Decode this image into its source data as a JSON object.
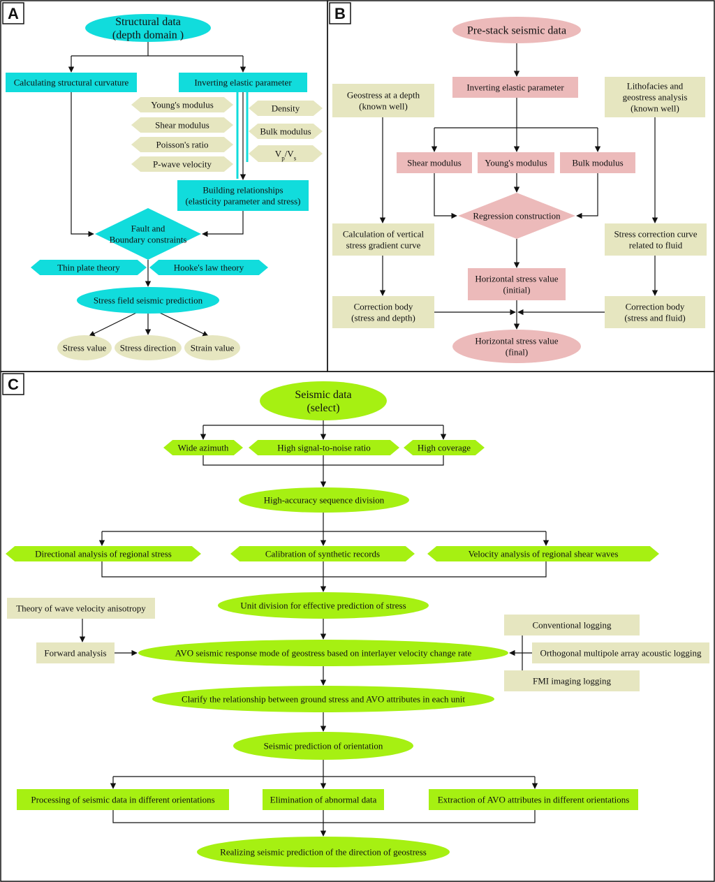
{
  "colors": {
    "cyan": "#11DCDC",
    "beige": "#E6E6C0",
    "pink": "#ECBABA",
    "green": "#A6F012",
    "border": "#111111"
  },
  "panels": [
    {
      "letter": "A"
    },
    {
      "letter": "B"
    },
    {
      "letter": "C"
    }
  ],
  "panel_a": {
    "structural_data": [
      "Structural  data",
      "(depth domain )"
    ],
    "calc_curvature": [
      "Calculating structural curvature"
    ],
    "inverting": [
      "Inverting elastic parameter"
    ],
    "youngs": [
      "Young's modulus"
    ],
    "shear": [
      "Shear modulus"
    ],
    "poisson": [
      "Poisson's ratio"
    ],
    "pwave": [
      "P-wave velocity"
    ],
    "density": [
      "Density"
    ],
    "bulk": [
      "Bulk modulus"
    ],
    "vpvs": [
      "Vp/Vs"
    ],
    "building": [
      "Building relationships",
      "(elasticity parameter and stress)"
    ],
    "fault": [
      "Fault and",
      "Boundary  constraints"
    ],
    "thin_plate": [
      "Thin plate theory"
    ],
    "hooke": [
      "Hooke's law theory"
    ],
    "stress_field": [
      "Stress field seismic prediction"
    ],
    "stress_value": [
      "Stress value"
    ],
    "stress_direction": [
      "Stress direction"
    ],
    "strain_value": [
      "Strain value"
    ]
  },
  "panel_b": {
    "prestack": [
      "Pre-stack seismic data"
    ],
    "inverting": [
      "Inverting elastic parameter"
    ],
    "geostress_depth": [
      "Geostress at a depth",
      "(known well)"
    ],
    "lithofacies": [
      "Lithofacies and",
      "geostress analysis",
      "(known well)"
    ],
    "shear": [
      "Shear modulus"
    ],
    "youngs": [
      "Young's modulus"
    ],
    "bulk": [
      "Bulk modulus"
    ],
    "regression": [
      "Regression construction"
    ],
    "vertical_curve": [
      "Calculation of vertical",
      "stress gradient curve"
    ],
    "fluid_curve": [
      "Stress correction curve",
      "related to fluid"
    ],
    "horiz_initial": [
      "Horizontal stress value",
      "(initial)"
    ],
    "corr_depth": [
      "Correction body",
      "(stress and depth)"
    ],
    "corr_fluid": [
      "Correction body",
      "(stress and fluid)"
    ],
    "horiz_final": [
      "Horizontal stress value",
      "(final)"
    ]
  },
  "panel_c": {
    "seismic": [
      "Seismic data",
      "(select)"
    ],
    "wide": [
      "Wide azimuth"
    ],
    "snr": [
      "High signal-to-noise ratio"
    ],
    "coverage": [
      "High coverage"
    ],
    "sequence": [
      "High-accuracy  sequence division"
    ],
    "directional": [
      "Directional analysis of regional stress"
    ],
    "calibration": [
      "Calibration of synthetic records"
    ],
    "velocity_shear": [
      "Velocity analysis of regional shear waves"
    ],
    "unit_division": [
      "Unit division for effective prediction of stress"
    ],
    "theory_wave": [
      "Theory of wave velocity anisotropy"
    ],
    "forward": [
      "Forward analysis"
    ],
    "avo_mode": [
      "AVO seismic response mode of geostress based on interlayer velocity change rate"
    ],
    "conv_log": [
      "Conventional logging"
    ],
    "ortho_log": [
      "Orthogonal multipole array acoustic logging"
    ],
    "fmi_log": [
      "FMI imaging logging"
    ],
    "clarify": [
      "Clarify the relationship between ground stress and AVO attributes in each unit"
    ],
    "orientation": [
      "Seismic prediction of orientation"
    ],
    "processing": [
      "Processing of seismic data in different orientations"
    ],
    "elimination": [
      "Elimination of abnormal data"
    ],
    "extraction": [
      "Extraction of AVO attributes in different orientations"
    ],
    "realizing": [
      "Realizing seismic prediction of the direction of geostress"
    ]
  }
}
